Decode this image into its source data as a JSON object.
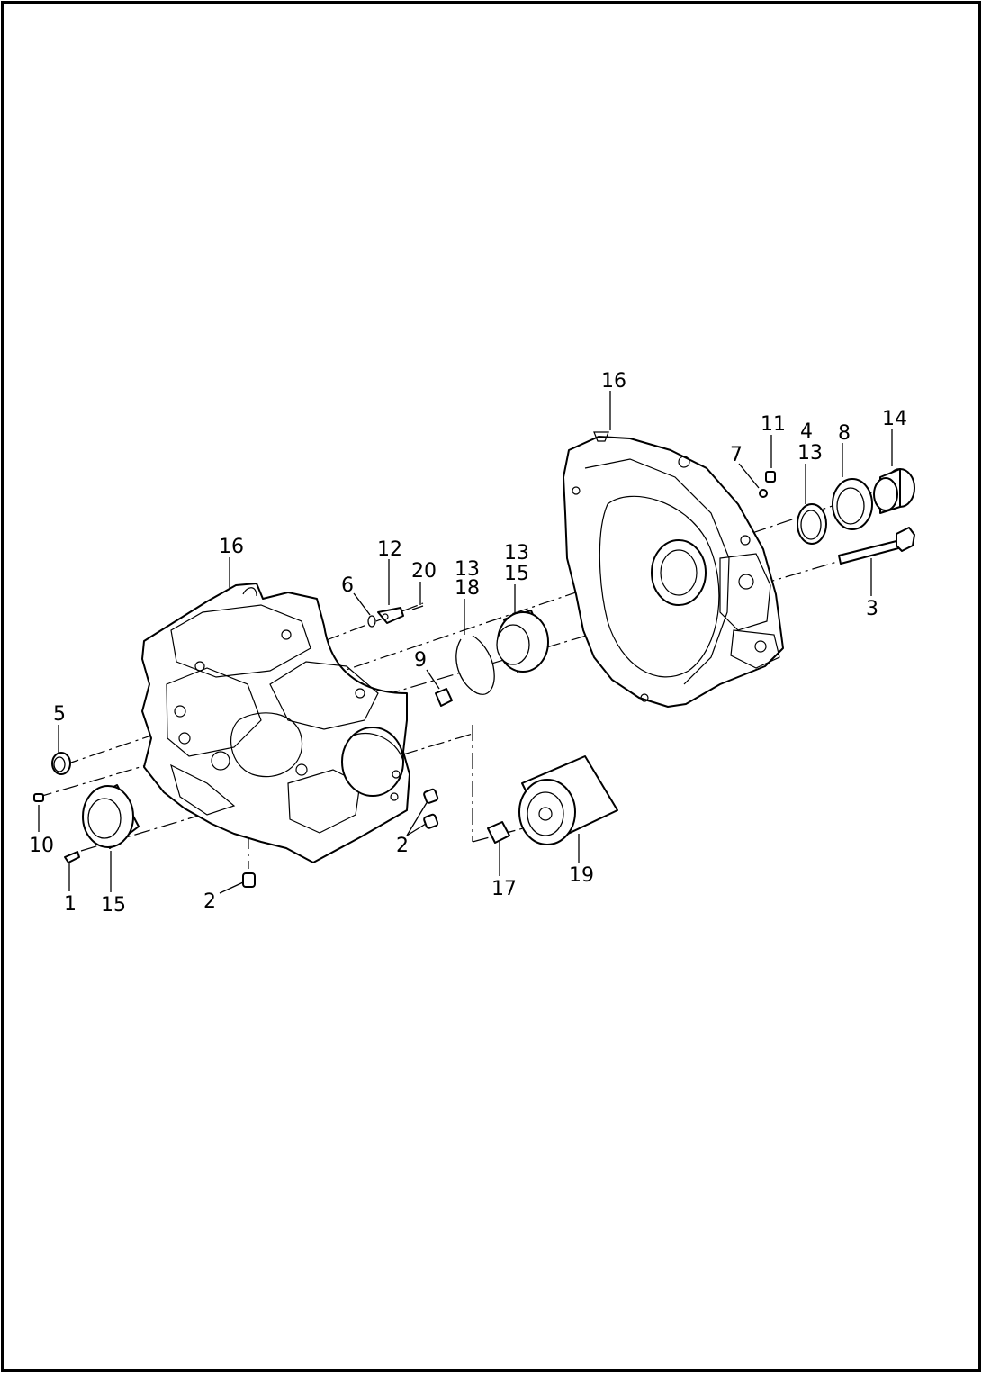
{
  "diagram": {
    "callouts": [
      {
        "id": "c16a",
        "text": "16"
      },
      {
        "id": "c11",
        "text": "11"
      },
      {
        "id": "c4",
        "text": "4"
      },
      {
        "id": "c13a",
        "text": "13"
      },
      {
        "id": "c8",
        "text": "8"
      },
      {
        "id": "c14",
        "text": "14"
      },
      {
        "id": "c7",
        "text": "7"
      },
      {
        "id": "c3",
        "text": "3"
      },
      {
        "id": "c16b",
        "text": "16"
      },
      {
        "id": "c12",
        "text": "12"
      },
      {
        "id": "c20",
        "text": "20"
      },
      {
        "id": "c6",
        "text": "6"
      },
      {
        "id": "c13b",
        "text": "13"
      },
      {
        "id": "c18",
        "text": "18"
      },
      {
        "id": "c13c",
        "text": "13"
      },
      {
        "id": "c15a",
        "text": "15"
      },
      {
        "id": "c9",
        "text": "9"
      },
      {
        "id": "c5",
        "text": "5"
      },
      {
        "id": "c10",
        "text": "10"
      },
      {
        "id": "c1",
        "text": "1"
      },
      {
        "id": "c15b",
        "text": "15"
      },
      {
        "id": "c2a",
        "text": "2"
      },
      {
        "id": "c2b",
        "text": "2"
      },
      {
        "id": "c17",
        "text": "17"
      },
      {
        "id": "c19",
        "text": "19"
      }
    ]
  }
}
